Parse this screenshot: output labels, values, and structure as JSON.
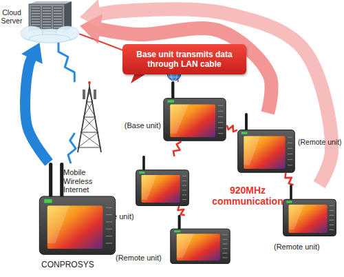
{
  "diagram": {
    "nodes": [
      {
        "text": [
          "Cloud Server"
        ]
      },
      {
        "text": [
          "Base unit transmits data through LAN cable"
        ]
      },
      {
        "text": [
          "Mobile Wireless Internet"
        ]
      },
      {
        "text": [
          "(Base unit)"
        ]
      },
      {
        "text": [
          "(Remote unit)"
        ]
      },
      {
        "text": [
          "(Remote unit)"
        ]
      },
      {
        "text": [
          "(Remote unit)"
        ]
      },
      {
        "text": [
          "CONPROSYS"
        ]
      },
      {
        "text": [
          "(Remote unit)"
        ]
      }
    ],
    "edges": [
      {
        "from": 7,
        "to": 0,
        "arrow": "to"
      },
      {
        "from": 3,
        "to": 0,
        "arrow": "none"
      },
      {
        "from": 4,
        "to": 0,
        "arrow": "to"
      },
      {
        "from": 6,
        "to": 0,
        "arrow": "to"
      },
      {
        "from": 2,
        "to": 0,
        "arrow": "none"
      },
      {
        "from": 2,
        "to": 7,
        "arrow": "none"
      },
      {
        "from": 3,
        "to": 5,
        "arrow": "none"
      },
      {
        "from": 3,
        "to": 4,
        "arrow": "none"
      },
      {
        "from": 4,
        "to": 6,
        "arrow": "none"
      },
      {
        "from": 5,
        "to": 8,
        "arrow": "none"
      }
    ],
    "labels": [
      "920MHz communication"
    ]
  }
}
